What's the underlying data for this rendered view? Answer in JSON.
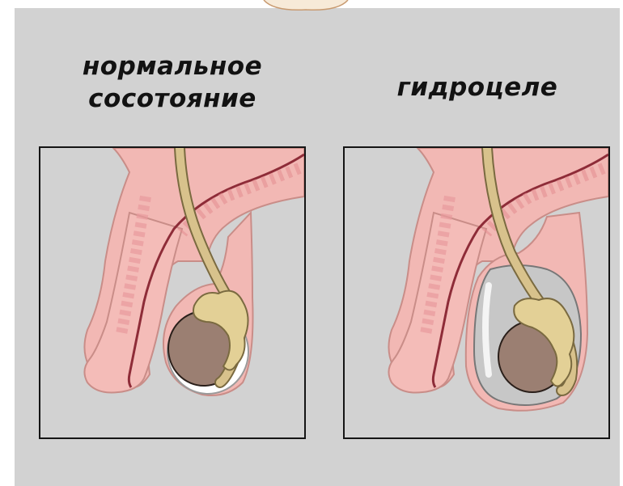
{
  "headings": {
    "normal_line1": "нормальное",
    "normal_line2": "сосотояние",
    "hydrocele": "гидроцеле"
  },
  "colors": {
    "background": "#d2d2d2",
    "skin": "#f2b8b4",
    "skin_outline": "#c98d88",
    "urethra": "#8e2c38",
    "spermatic_cord": "#d8c28c",
    "epididymis": "#e3d096",
    "testis": "#9b7f72",
    "fluid": "#c7c7c7"
  }
}
